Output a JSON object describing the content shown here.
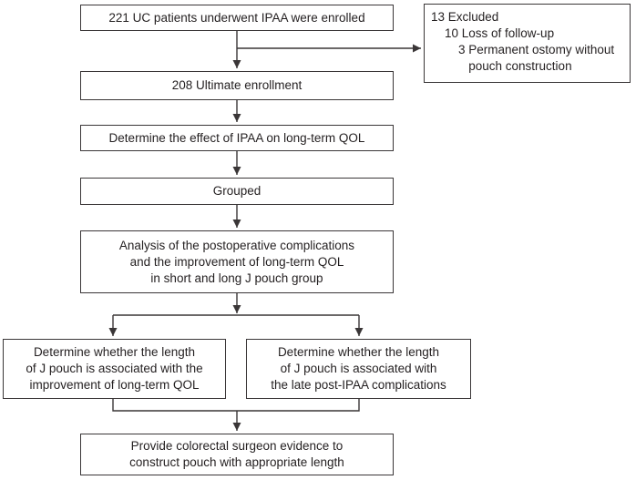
{
  "colors": {
    "line": "#3a3637",
    "text": "#231f20",
    "box_background": "#ffffff"
  },
  "flowchart": {
    "enrolled": "221 UC patients underwent IPAA were enrolled",
    "excluded": "13 Excluded\n    10 Loss of follow-up\n        3 Permanent ostomy without\n           pouch construction",
    "ultimate": "208 Ultimate enrollment",
    "determine_effect": "Determine the effect of IPAA on long-term QOL",
    "grouped": "Grouped",
    "analysis": "Analysis of the postoperative complications\nand the improvement of long-term QOL\nin short and long J pouch group",
    "length_qol": "Determine whether the length\nof J pouch is associated with the\nimprovement of long-term QOL",
    "length_complications": "Determine whether the length\nof J pouch is associated with\nthe late post-IPAA complications",
    "conclusion": "Provide colorectal surgeon evidence to\nconstruct pouch with appropriate length"
  }
}
